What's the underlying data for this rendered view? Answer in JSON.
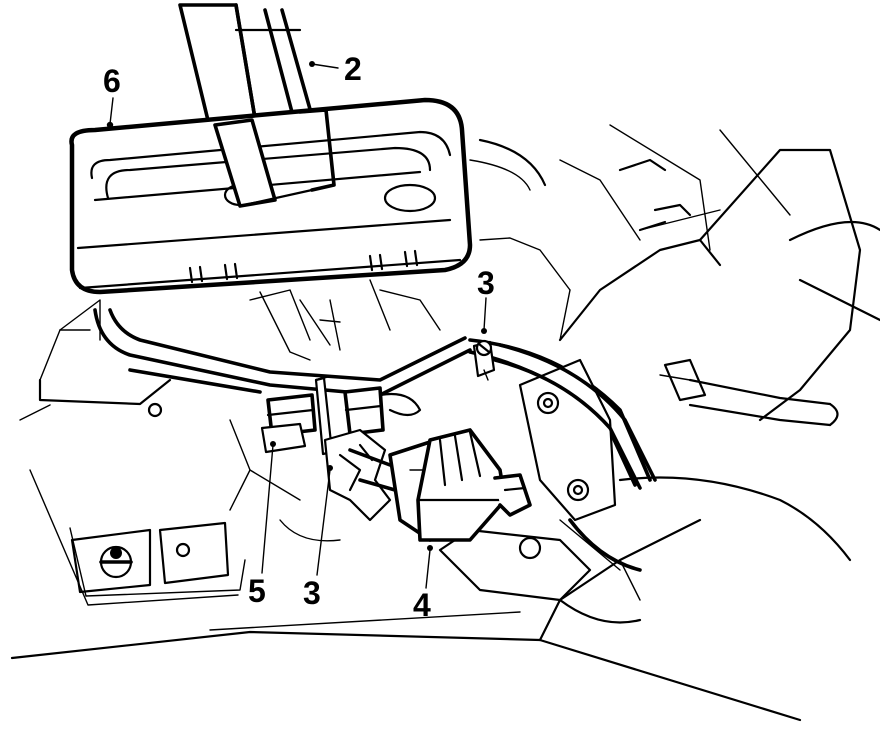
{
  "callouts": {
    "c2": "2",
    "c3_top": "3",
    "c3_bottom": "3",
    "c4": "4",
    "c5": "5",
    "c6": "6"
  }
}
